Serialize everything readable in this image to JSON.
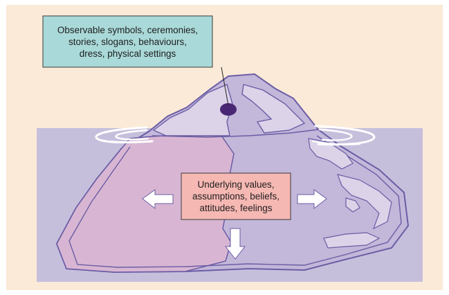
{
  "surface_label": {
    "lines": [
      "Observable symbols, ceremonies,",
      "stories, slogans, behaviours,",
      "dress, physical settings"
    ]
  },
  "underwater_label": {
    "lines": [
      "Underlying values,",
      "assumptions, beliefs,",
      "attitudes, feelings"
    ]
  },
  "colors": {
    "background": "#fbead8",
    "water": "#c6bfdc",
    "iceberg_fill": "#c3b7da",
    "iceberg_outline": "#6a5da4",
    "tip_highlight": "#dcd3e9",
    "left_mass": "#d8b6d3",
    "dot": "#4a2774",
    "surface_box_fill": "#a9d9d8",
    "underwater_box_fill": "#f6b8b3",
    "arrow_fill": "#ffffff"
  }
}
